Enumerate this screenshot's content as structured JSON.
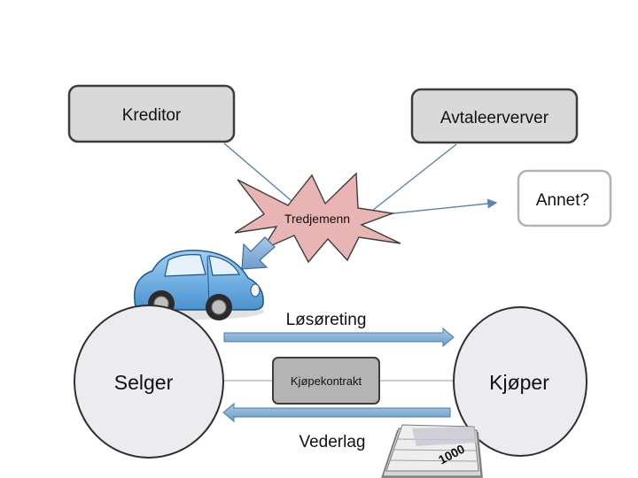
{
  "diagram": {
    "nodes": {
      "kreditor": "Kreditor",
      "avtaleerverver": "Avtaleerverver",
      "annet": "Annet?",
      "tredjemenn": "Tredjemenn",
      "selger": "Selger",
      "kjoper": "Kjøper",
      "kjopekontrakt": "Kjøpekontrakt"
    },
    "arrows": {
      "losoreting": "Løsøreting",
      "vederlag": "Vederlag"
    },
    "banknote_denomination": "1000"
  },
  "colors": {
    "box_fill": "#d9d9d9",
    "box_stroke": "#3d3d3d",
    "burst_fill": "#e8b4b4",
    "line_blue": "#5b84b1",
    "car_blue": "#6fb0e6",
    "arrow_fill": "#8ab4dc"
  },
  "icons": [
    "car-icon",
    "banknotes-icon"
  ]
}
